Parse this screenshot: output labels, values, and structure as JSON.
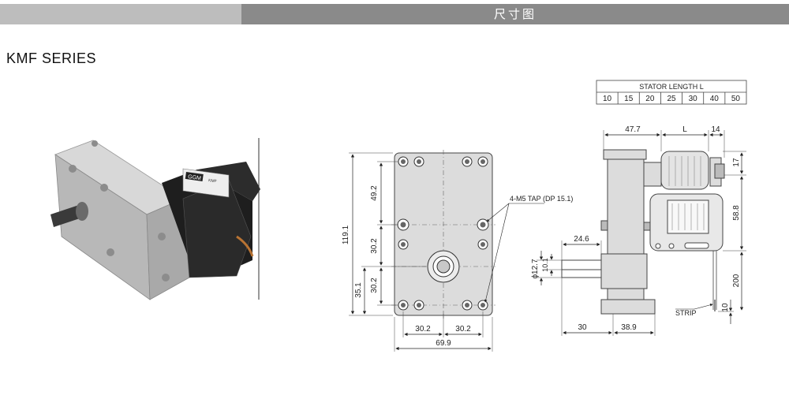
{
  "header": {
    "title": "尺寸图"
  },
  "series_title": "KMF  SERIES",
  "stator_table": {
    "title": "STATOR LENGTH L",
    "values": [
      "10",
      "15",
      "20",
      "25",
      "30",
      "40",
      "50"
    ]
  },
  "photo": {
    "label_brand": "GGM",
    "label_small": "KMF"
  },
  "front_view": {
    "dim_total_height": "119.1",
    "dim_top": "49.2",
    "dim_mid": "30.2",
    "dim_lower": "30.2",
    "dim_bottom": "35.1",
    "dim_width_left": "30.2",
    "dim_width_right": "30.2",
    "dim_total_width": "69.9",
    "tap_note": "4-M5 TAP (DP 15.1)"
  },
  "side_view": {
    "dim_47": "47.7",
    "dim_L": "L",
    "dim_14": "14",
    "dim_17": "17",
    "dim_58": "58.8",
    "dim_200": "200",
    "dim_10": "10",
    "dim_246": "24.6",
    "dim_shaft_dia": "ϕ12.7",
    "dim_shaft_flat": "10.1",
    "dim_30": "30",
    "dim_389": "38.9",
    "strip_label": "STRIP"
  },
  "colors": {
    "bar_light": "#bdbdbd",
    "bar_dark": "#8a8a8a",
    "part_fill": "#dcdcdc"
  }
}
